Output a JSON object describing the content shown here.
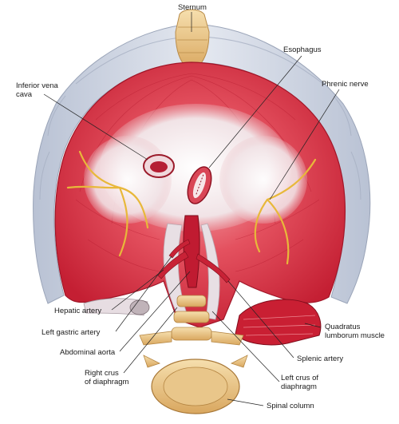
{
  "labels": {
    "sternum": "Sternum",
    "esophagus": "Esophagus",
    "inferior_vena_cava": "Inferior vena\ncava",
    "phrenic_nerve": "Phrenic nerve",
    "quadratus_lumborum": "Quadratus\nlumborum muscle",
    "hepatic_artery": "Hepatic artery",
    "left_gastric_artery": "Left gastric artery",
    "abdominal_aorta": "Abdominal aorta",
    "right_crus": "Right crus\nof diaphragm",
    "splenic_artery": "Splenic artery",
    "left_crus": "Left crus of\ndiaphragm",
    "spinal_column": "Spinal column"
  },
  "colors": {
    "muscle": "#d42a3c",
    "muscle_light": "#ef7d86",
    "tendon": "#e9e2e6",
    "bone": "#e8c58a",
    "rib_cartilage": "#c9cfdc",
    "nerve": "#e8b83a"
  }
}
